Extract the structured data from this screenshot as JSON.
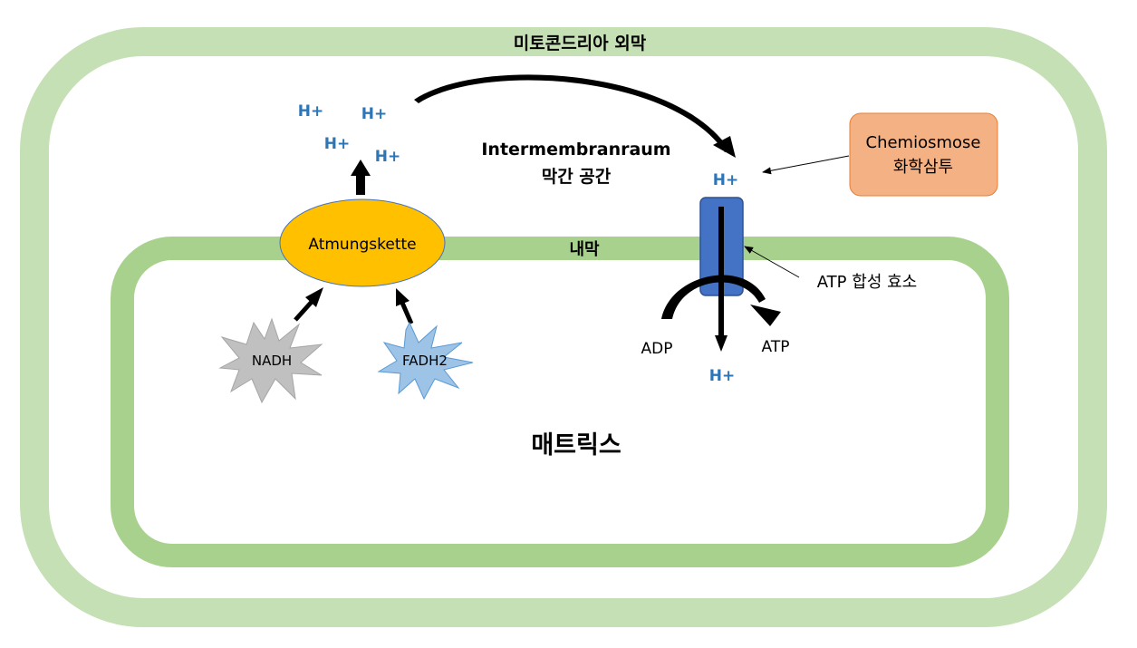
{
  "labels": {
    "outer_membrane": "미토콘드리아 외막",
    "intermembrane_de": "Intermembranraum",
    "intermembrane_ko": "막간 공간",
    "inner_membrane": "내막",
    "matrix": "매트릭스",
    "respiratory_chain": "Atmungskette",
    "nadh": "NADH",
    "fadh2": "FADH2",
    "chemiosmosis_de": "Chemiosmose",
    "chemiosmosis_ko": "화학삼투",
    "atp_synthase": "ATP 합성 효소",
    "adp": "ADP",
    "atp": "ATP",
    "proton": "H+"
  },
  "colors": {
    "outer_membrane": "#c5e0b4",
    "inner_membrane": "#a9d18e",
    "respiratory_chain": "#ffc000",
    "nadh": "#c0c0c0",
    "fadh2": "#9dc3e6",
    "atp_synthase": "#4472c4",
    "chemiosmosis_box": "#f4b183",
    "proton_text": "#2e75b6"
  }
}
